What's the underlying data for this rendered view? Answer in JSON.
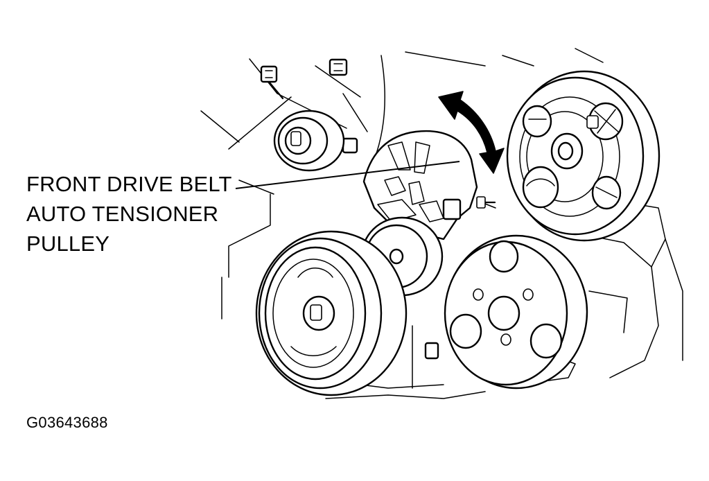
{
  "callout": {
    "lines": [
      "FRONT DRIVE BELT",
      "AUTO TENSIONER",
      "PULLEY"
    ]
  },
  "figure_id": "G03643688",
  "colors": {
    "line": "#000000",
    "background": "#ffffff"
  },
  "icons": {
    "adjust_arrow": "double-headed-curved-arrow"
  }
}
